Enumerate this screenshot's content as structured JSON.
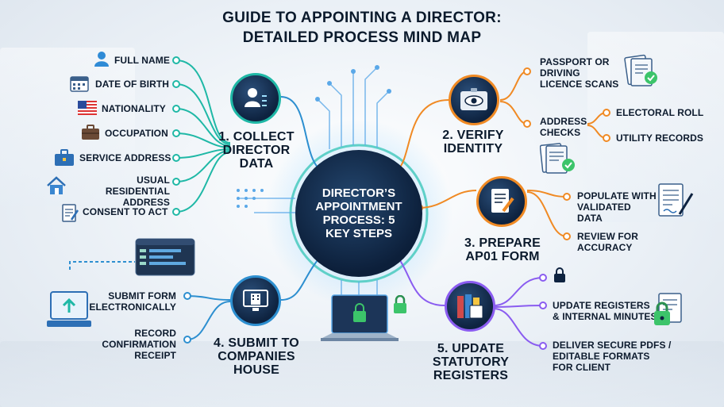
{
  "title": {
    "line1": "Guide to Appointing a Director:",
    "line2": "Detailed Process Mind Map"
  },
  "hub": {
    "text": "Director’s Appointment Process: 5 Key Steps"
  },
  "steps": [
    {
      "label": "1. Collect Director Data",
      "items": [
        "Full Name",
        "Date of Birth",
        "Nationality",
        "Occupation",
        "Service Address",
        "Usual Residential Address",
        "Consent to Act"
      ]
    },
    {
      "label": "2. Verify Identity",
      "items": [
        "Passport or Driving Licence Scans",
        "Address Checks",
        "Electoral Roll",
        "Utility Records"
      ]
    },
    {
      "label": "3. Prepare AP01 Form",
      "items": [
        "Populate with Validated Data",
        "Review for Accuracy"
      ]
    },
    {
      "label": "4. Submit to Companies House",
      "items": [
        "Submit Form Electronically",
        "Record Confirmation Receipt"
      ]
    },
    {
      "label": "5. Update Statutory Registers",
      "items": [
        "Update Registers & Internal Minutes",
        "Deliver Secure PDFs / Editable Formats for Client"
      ]
    }
  ],
  "colors": {
    "teal": "#1fb8a6",
    "green": "#3cc46a",
    "blue": "#3a7bd5",
    "orange": "#f08a24",
    "purple": "#8a5cf0",
    "navy": "#0e2340"
  }
}
